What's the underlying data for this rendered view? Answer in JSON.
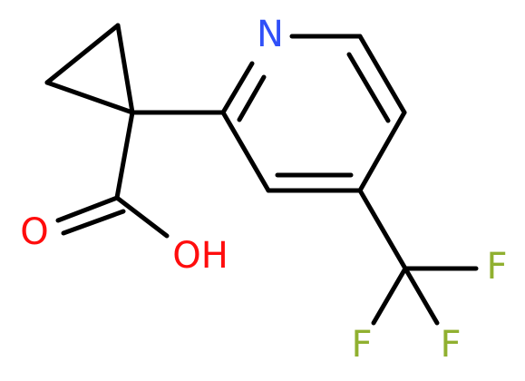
{
  "molecule": {
    "atoms": {
      "nitrogen": {
        "label": "N",
        "color": "#3050F8"
      },
      "oxygen_carbonyl": {
        "label": "O",
        "color": "#FF0D0D"
      },
      "hydroxyl": {
        "label": "OH",
        "color": "#FF0D0D"
      },
      "fluorine_1": {
        "label": "F",
        "color": "#90B030"
      },
      "fluorine_2": {
        "label": "F",
        "color": "#90B030"
      },
      "fluorine_3": {
        "label": "F",
        "color": "#90B030"
      }
    },
    "bond_color": "#000000"
  }
}
